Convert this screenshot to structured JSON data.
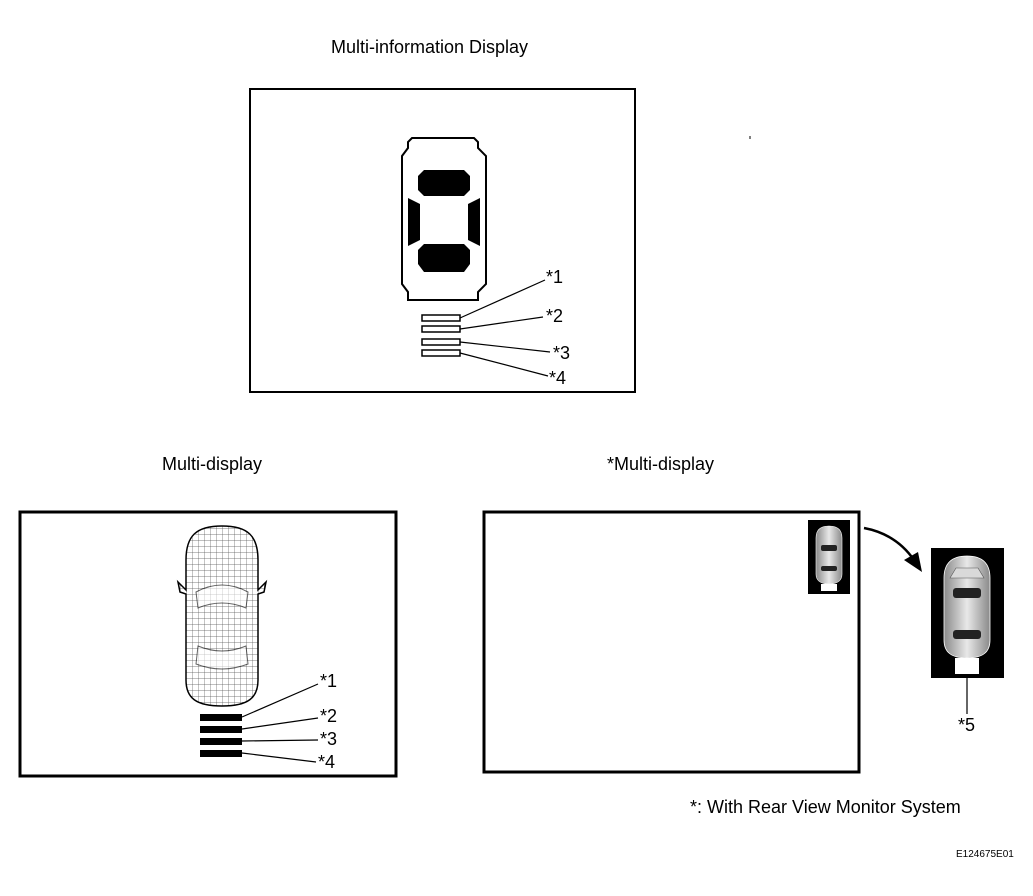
{
  "top": {
    "title": "Multi-information Display",
    "callouts": [
      "*1",
      "*2",
      "*3",
      "*4"
    ]
  },
  "left": {
    "title": "Multi-display",
    "callouts": [
      "*1",
      "*2",
      "*3",
      "*4"
    ]
  },
  "right": {
    "title": "*Multi-display",
    "callout": "*5"
  },
  "footnote": "*: With Rear View Monitor System",
  "figure_id": "E124675E01"
}
